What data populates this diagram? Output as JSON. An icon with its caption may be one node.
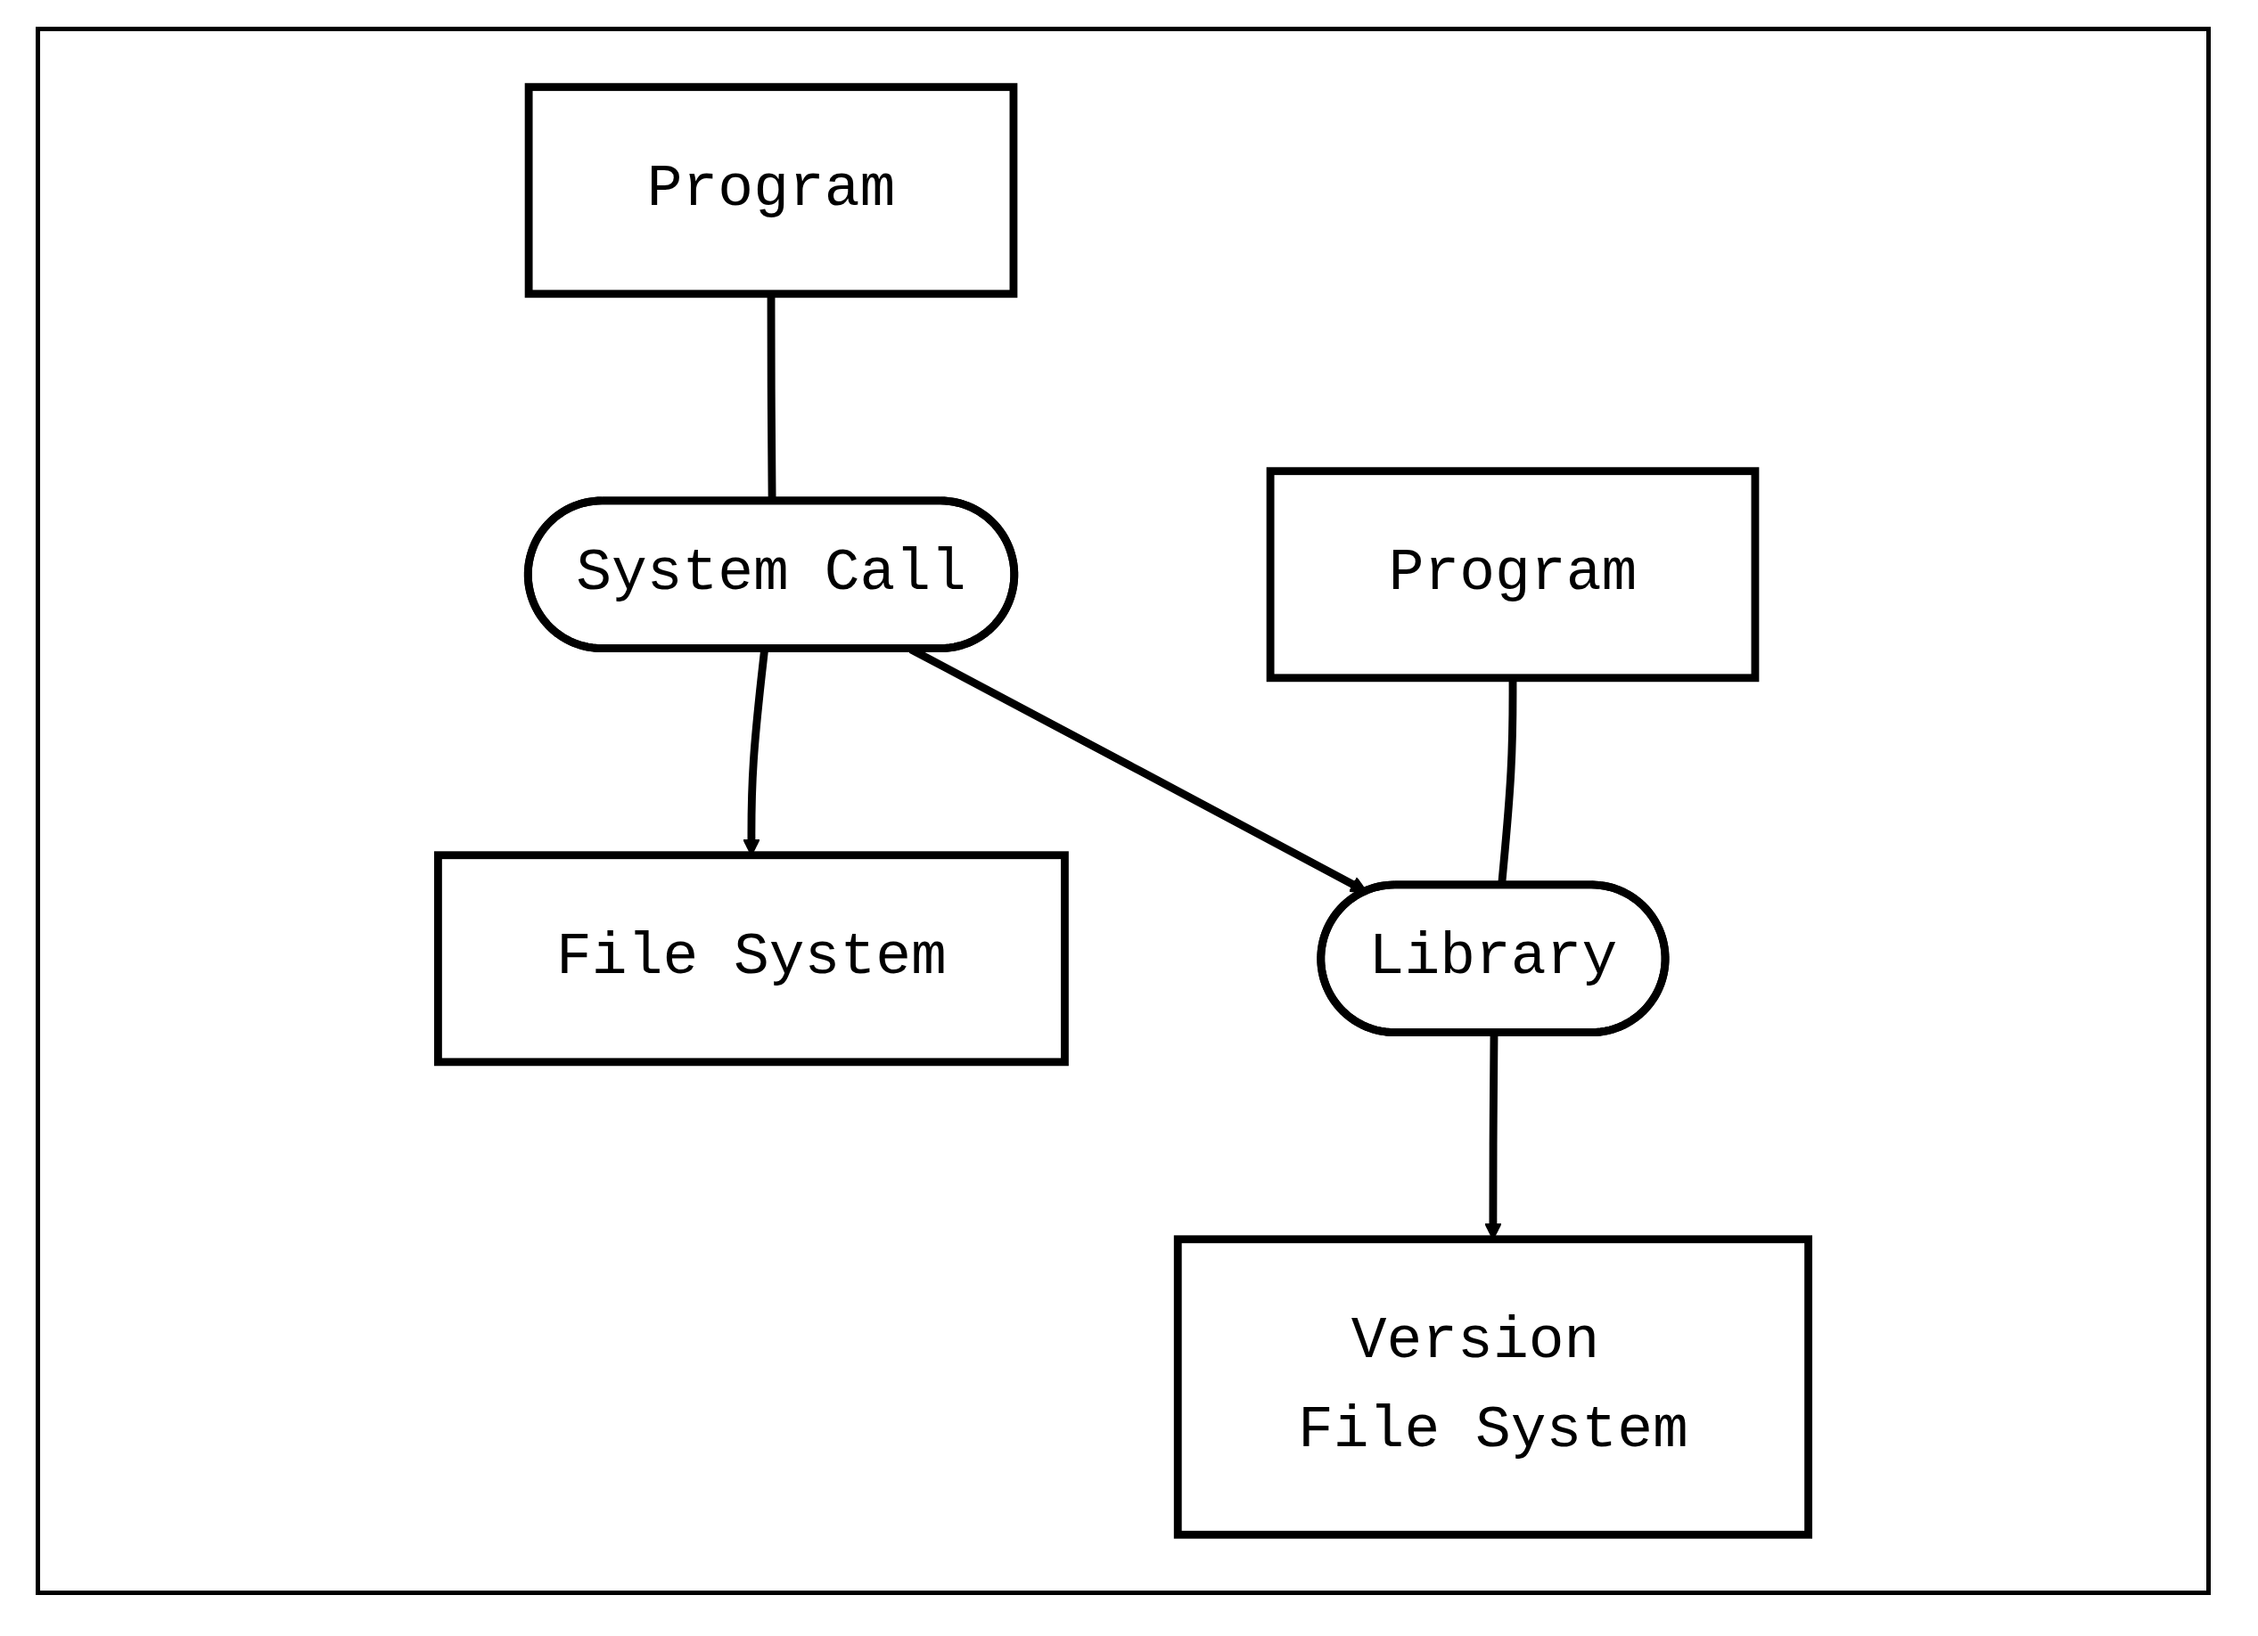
{
  "diagram": {
    "nodes": [
      {
        "text": [
          "Program"
        ]
      },
      {
        "text": [
          "System Call"
        ]
      },
      {
        "text": [
          "File System"
        ]
      },
      {
        "text": [
          "Program"
        ]
      },
      {
        "text": [
          "Library"
        ]
      },
      {
        "text": [
          "Version File System"
        ]
      }
    ],
    "edges": [
      {
        "from": 0,
        "to": 1,
        "arrow": "none"
      },
      {
        "from": 1,
        "to": 2,
        "arrow": "to"
      },
      {
        "from": 1,
        "to": 4,
        "arrow": "to"
      },
      {
        "from": 3,
        "to": 4,
        "arrow": "none"
      },
      {
        "from": 4,
        "to": 5,
        "arrow": "to"
      }
    ]
  }
}
